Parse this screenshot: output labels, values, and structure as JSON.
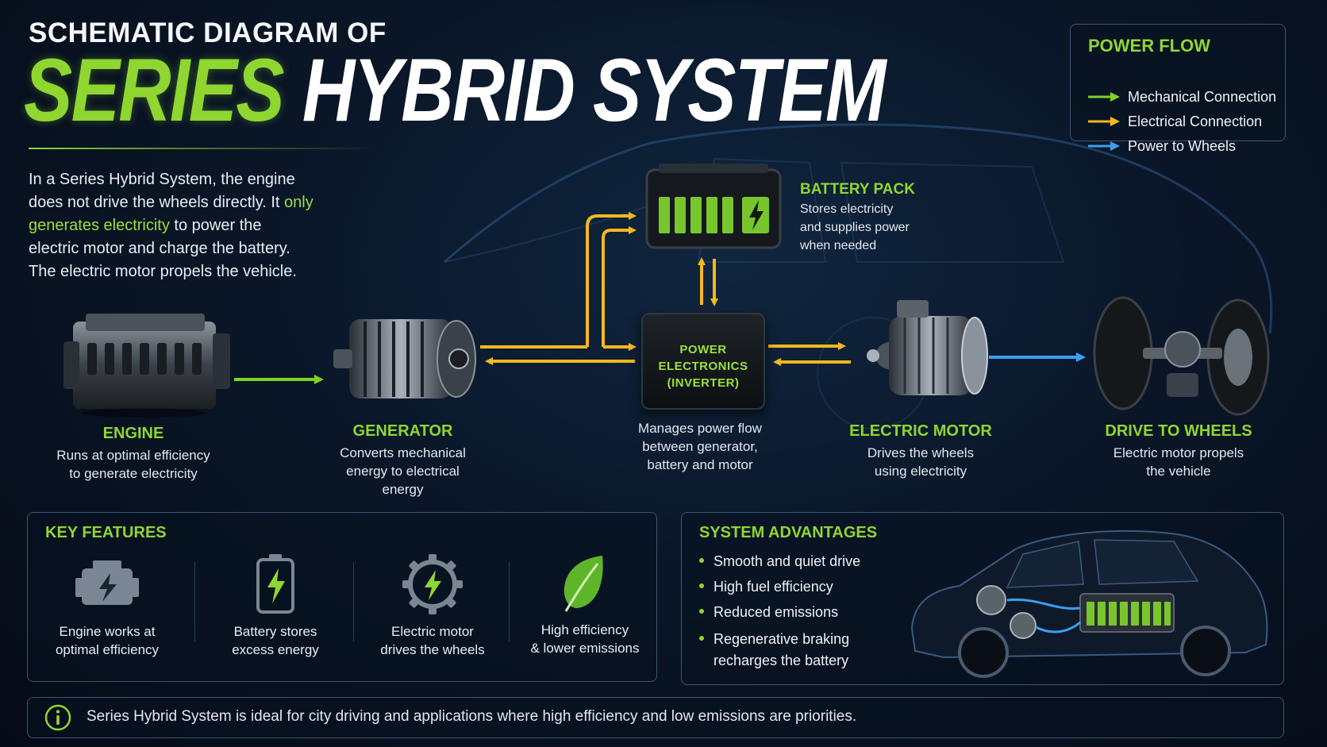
{
  "header": {
    "top_line": "SCHEMATIC DIAGRAM OF",
    "title_green": "SERIES",
    "title_white": "HYBRID SYSTEM"
  },
  "intro": {
    "part1": "In a Series Hybrid System, the engine does not drive the wheels directly. It ",
    "highlight": "only generates electricity",
    "part2": " to power the electric motor and charge the battery. The electric motor propels the vehicle."
  },
  "legend": {
    "title": "POWER FLOW",
    "items": [
      {
        "label": "Mechanical Connection",
        "color": "#7ed321"
      },
      {
        "label": "Electrical Connection",
        "color": "#f5b81c"
      },
      {
        "label": "Power to Wheels",
        "color": "#3aa0f0"
      }
    ]
  },
  "components": {
    "engine": {
      "label": "ENGINE",
      "desc_1": "Runs at optimal efficiency",
      "desc_2": "to generate electricity"
    },
    "generator": {
      "label": "GENERATOR",
      "desc_1": "Converts mechanical",
      "desc_2": "energy to electrical",
      "desc_3": "energy"
    },
    "battery": {
      "label": "BATTERY PACK",
      "desc_1": "Stores electricity",
      "desc_2": "and supplies power",
      "desc_3": "when needed"
    },
    "power_electronics": {
      "line1": "POWER",
      "line2": "ELECTRONICS",
      "line3": "(INVERTER)",
      "desc_1": "Manages power flow",
      "desc_2": "between generator,",
      "desc_3": "battery and motor"
    },
    "motor": {
      "label": "ELECTRIC MOTOR",
      "desc_1": "Drives the wheels",
      "desc_2": "using electricity"
    },
    "wheels": {
      "label": "DRIVE TO WHEELS",
      "desc_1": "Electric motor propels",
      "desc_2": "the vehicle"
    }
  },
  "key_features": {
    "title": "KEY FEATURES",
    "items": [
      {
        "icon": "engine-lightning-icon",
        "line1": "Engine works at",
        "line2": "optimal efficiency"
      },
      {
        "icon": "battery-icon",
        "line1": "Battery stores",
        "line2": "excess energy"
      },
      {
        "icon": "gear-lightning-icon",
        "line1": "Electric motor",
        "line2": "drives the wheels"
      },
      {
        "icon": "leaf-icon",
        "line1": "High efficiency",
        "line2": "& lower emissions"
      }
    ]
  },
  "advantages": {
    "title": "SYSTEM ADVANTAGES",
    "items": [
      "Smooth and quiet drive",
      "High fuel efficiency",
      "Reduced emissions",
      "Regenerative braking"
    ],
    "last_item_cont": "recharges the battery"
  },
  "footer": {
    "icon": "info-icon",
    "text": "Series Hybrid System is ideal for city driving and applications where high efficiency and low emissions are priorities."
  },
  "colors": {
    "accent_green": "#8fd631",
    "mechanical": "#7ed321",
    "electrical": "#f5b81c",
    "wheels": "#3aa0f0"
  }
}
